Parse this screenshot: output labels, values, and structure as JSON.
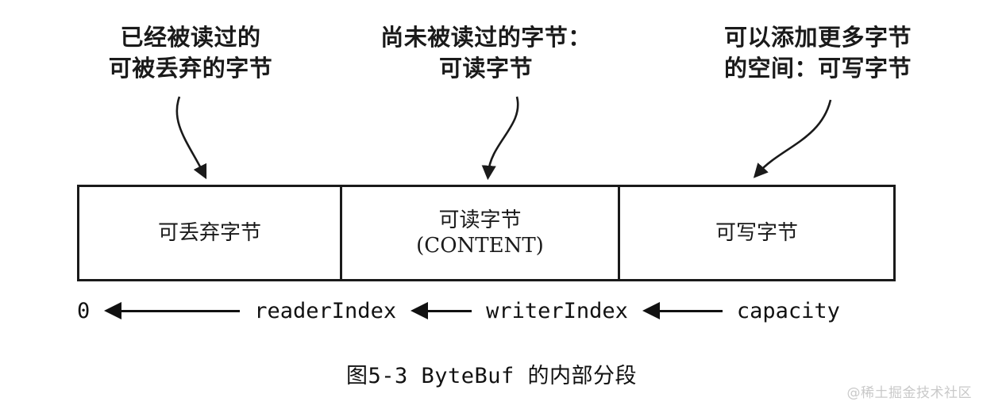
{
  "figure": {
    "caption": "图5-3  ByteBuf 的内部分段",
    "watermark": "@稀土掘金技术社区",
    "line_color": "#1a1a1a",
    "background_color": "#ffffff",
    "watermark_color": "#c9c9c9"
  },
  "callouts": [
    {
      "name": "discardable",
      "text": "已经被读过的\n可被丢弃的字节"
    },
    {
      "name": "readable",
      "text": "尚未被读过的字节：\n可读字节"
    },
    {
      "name": "writable",
      "text": "可以添加更多字节\n的空间：可写字节"
    }
  ],
  "buffer": {
    "segments": [
      {
        "name": "discardable-bytes",
        "label": "可丢弃字节",
        "sublabel": ""
      },
      {
        "name": "readable-bytes",
        "label": "可读字节",
        "sublabel": "(CONTENT)"
      },
      {
        "name": "writable-bytes",
        "label": "可写字节",
        "sublabel": ""
      }
    ]
  },
  "indices": {
    "zero": "0",
    "reader_index": "readerIndex",
    "writer_index": "writerIndex",
    "capacity": "capacity"
  }
}
